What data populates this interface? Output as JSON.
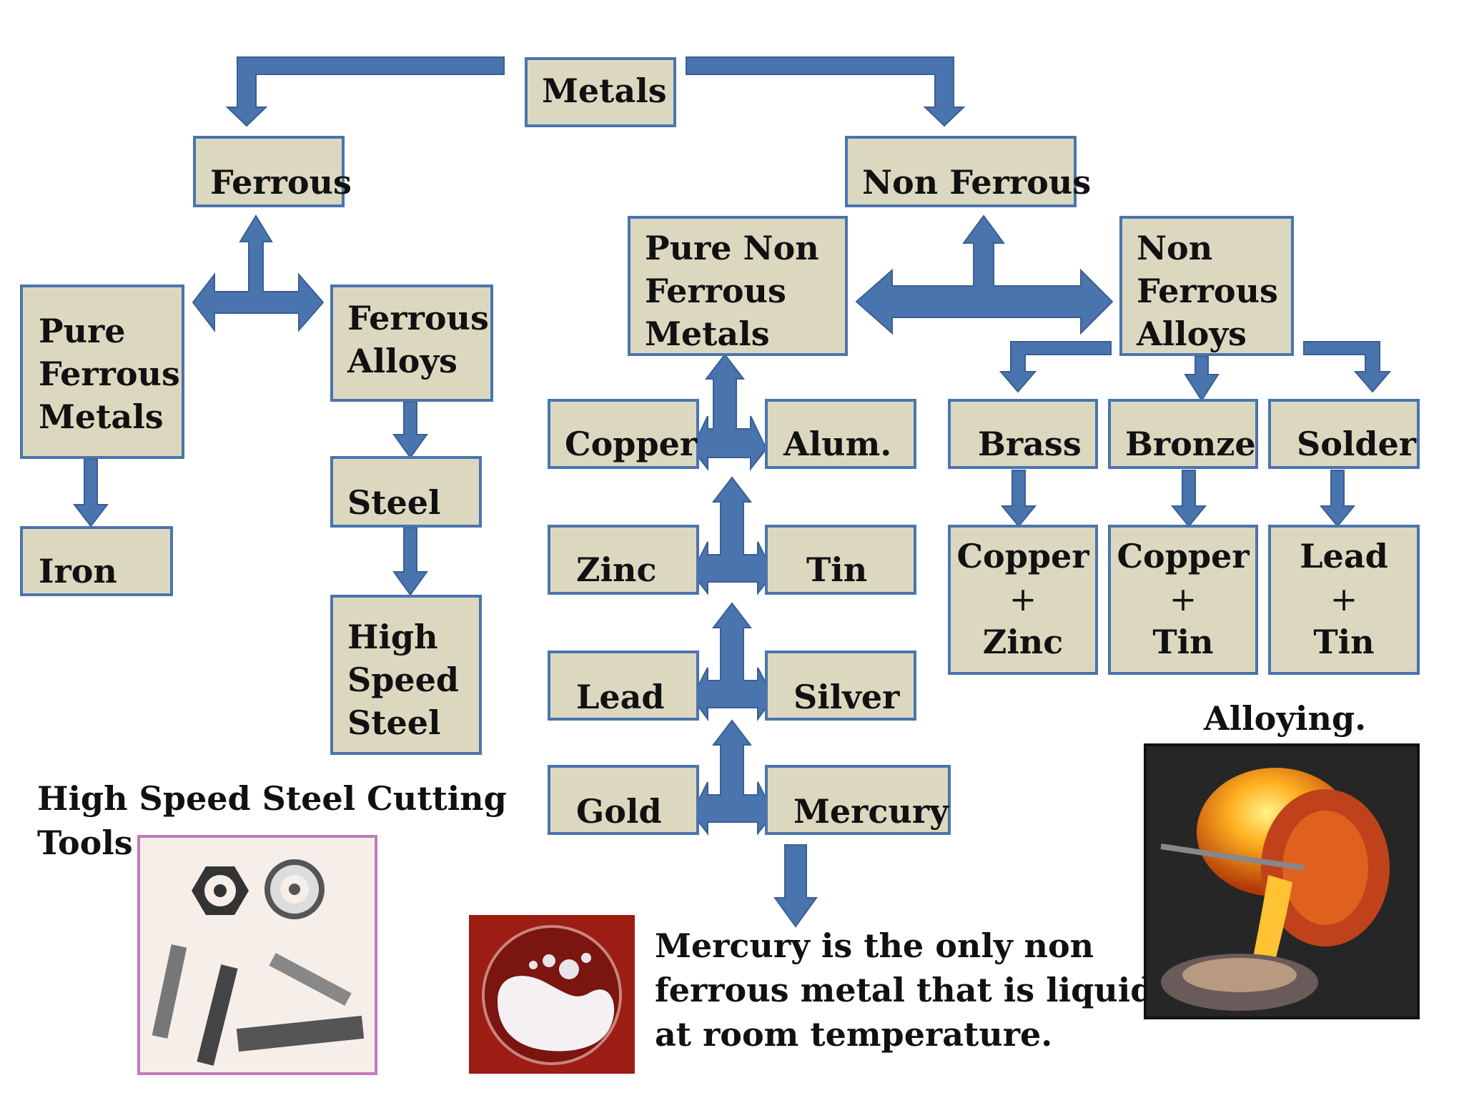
{
  "diagram": {
    "root": "Metals",
    "ferrous": "Ferrous",
    "non_ferrous": "Non Ferrous",
    "pure_ferrous": [
      "Pure",
      "Ferrous",
      "Metals"
    ],
    "ferrous_alloys": [
      "Ferrous",
      "Alloys"
    ],
    "iron": "Iron",
    "steel": "Steel",
    "hss": [
      "High",
      "Speed",
      "Steel"
    ],
    "pure_non_ferrous": [
      "Pure Non",
      "Ferrous",
      "Metals"
    ],
    "non_ferrous_alloys": [
      "Non",
      "Ferrous",
      "Alloys"
    ],
    "metals_left": [
      "Copper",
      "Zinc",
      "Lead",
      "Gold"
    ],
    "metals_right": [
      "Alum.",
      "Tin",
      "Silver",
      "Mercury"
    ],
    "alloys": [
      {
        "name": "Brass",
        "recipe": [
          "Copper",
          "+",
          "Zinc"
        ]
      },
      {
        "name": "Bronze",
        "recipe": [
          "Copper",
          "+",
          "Tin"
        ]
      },
      {
        "name": "Solder",
        "recipe": [
          "Lead",
          "+",
          "Tin"
        ]
      }
    ]
  },
  "captions": {
    "hss_tools": [
      "High Speed Steel Cutting",
      "Tools"
    ],
    "alloying": "Alloying.",
    "mercury_note": [
      "Mercury is the only non",
      "ferrous metal that is liquid",
      "at room temperature."
    ]
  },
  "colors": {
    "box_fill": "#dcd8c0",
    "box_border": "#4a74ae",
    "arrow": "#4a74ae"
  }
}
